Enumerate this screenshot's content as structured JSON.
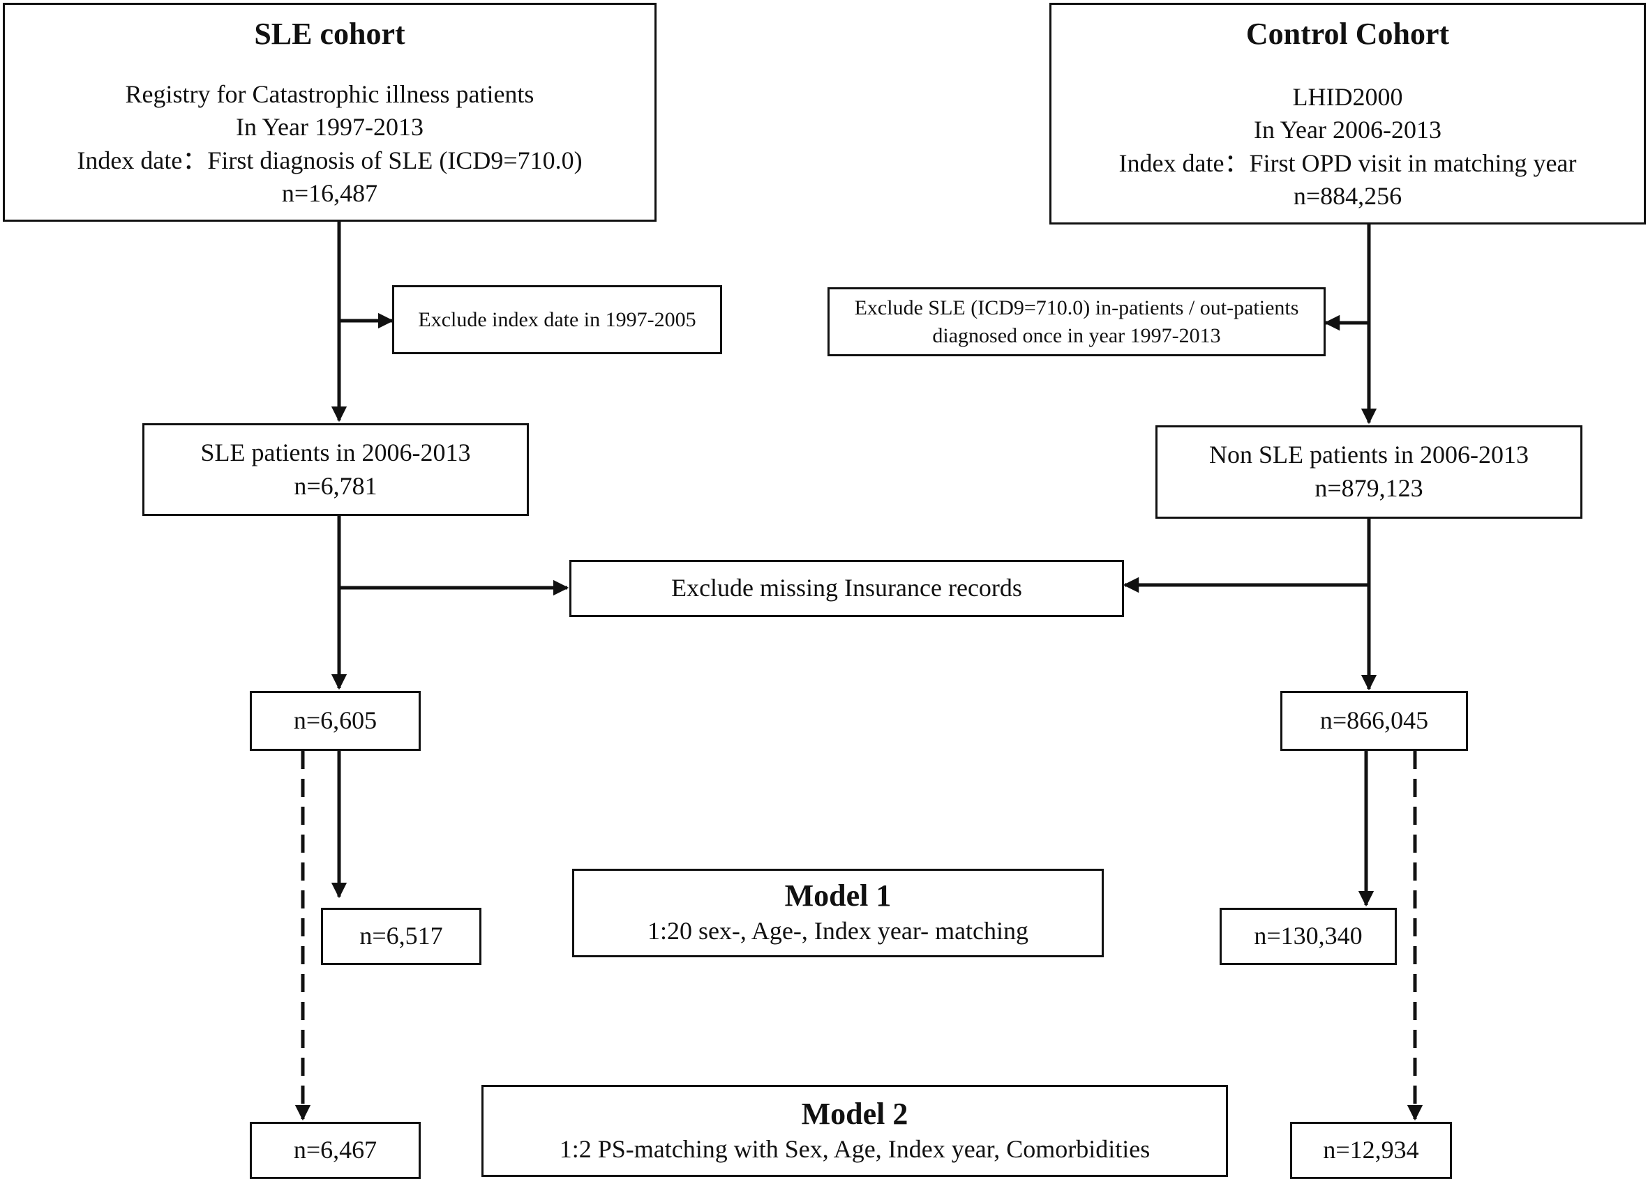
{
  "sle_cohort": {
    "title": "SLE cohort",
    "lines": [
      "Registry for Catastrophic illness patients",
      "In Year 1997-2013",
      "Index date：First diagnosis of SLE (ICD9=710.0)",
      "n=16,487"
    ]
  },
  "control_cohort": {
    "title": "Control Cohort",
    "lines": [
      "LHID2000",
      "In Year 2006-2013",
      "Index date：First OPD visit in matching year",
      "n=884,256"
    ]
  },
  "exclude_sle_index": "Exclude index date in 1997-2005",
  "exclude_control": {
    "lines": [
      "Exclude SLE (ICD9=710.0) in-patients / out-patients",
      "diagnosed once in year 1997-2013"
    ]
  },
  "sle_patients": {
    "lines": [
      "SLE patients in 2006-2013",
      "n=6,781"
    ]
  },
  "non_sle_patients": {
    "lines": [
      "Non SLE patients in 2006-2013",
      "n=879,123"
    ]
  },
  "exclude_missing": "Exclude missing Insurance records",
  "sle_after_exclusion": "n=6,605",
  "control_after_exclusion": "n=866,045",
  "model1": {
    "title": "Model 1",
    "desc": "1:20 sex-, Age-, Index year- matching"
  },
  "model1_sle": "n=6,517",
  "model1_control": "n=130,340",
  "model2": {
    "title": "Model 2",
    "desc": "1:2 PS-matching with Sex, Age, Index year, Comorbidities"
  },
  "model2_sle": "n=6,467",
  "model2_control": "n=12,934"
}
